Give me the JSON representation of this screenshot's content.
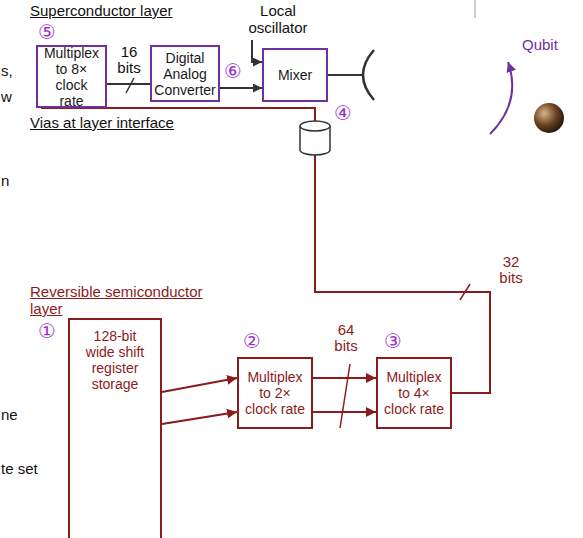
{
  "diagram": {
    "nodes": [
      {
        "text": [
          "Multiplex to 8× clock rate"
        ]
      },
      {
        "text": [
          "Digital Analog Converter"
        ]
      },
      {
        "text": [
          "Mixer"
        ]
      },
      {
        "text": [
          "128-bit wide shift register storage"
        ]
      },
      {
        "text": [
          "Multiplex to 2× clock rate"
        ]
      },
      {
        "text": [
          "Multiplex to 4× clock rate"
        ]
      }
    ],
    "edges": [
      {
        "from": 0,
        "to": 1,
        "arrow": "none",
        "label": "16 bits"
      },
      {
        "from": 1,
        "to": 2,
        "arrow": "to"
      },
      {
        "from": 3,
        "to": 4,
        "arrow": "to"
      },
      {
        "from": 3,
        "to": 4,
        "arrow": "to"
      },
      {
        "from": 4,
        "to": 5,
        "arrow": "to",
        "label": "64 bits"
      },
      {
        "from": 4,
        "to": 5,
        "arrow": "to"
      },
      {
        "from": 5,
        "to": 0,
        "arrow": "none",
        "label": "32 bits"
      }
    ],
    "labels": [
      "Superconductor layer",
      "⑤",
      "Local oscillator",
      "⑥",
      "Qubit",
      "Vias at layer interface",
      "④",
      "Reversible semiconductor layer",
      "①",
      "②",
      "③",
      "s,",
      "w",
      "n",
      "ne",
      "te set"
    ]
  }
}
